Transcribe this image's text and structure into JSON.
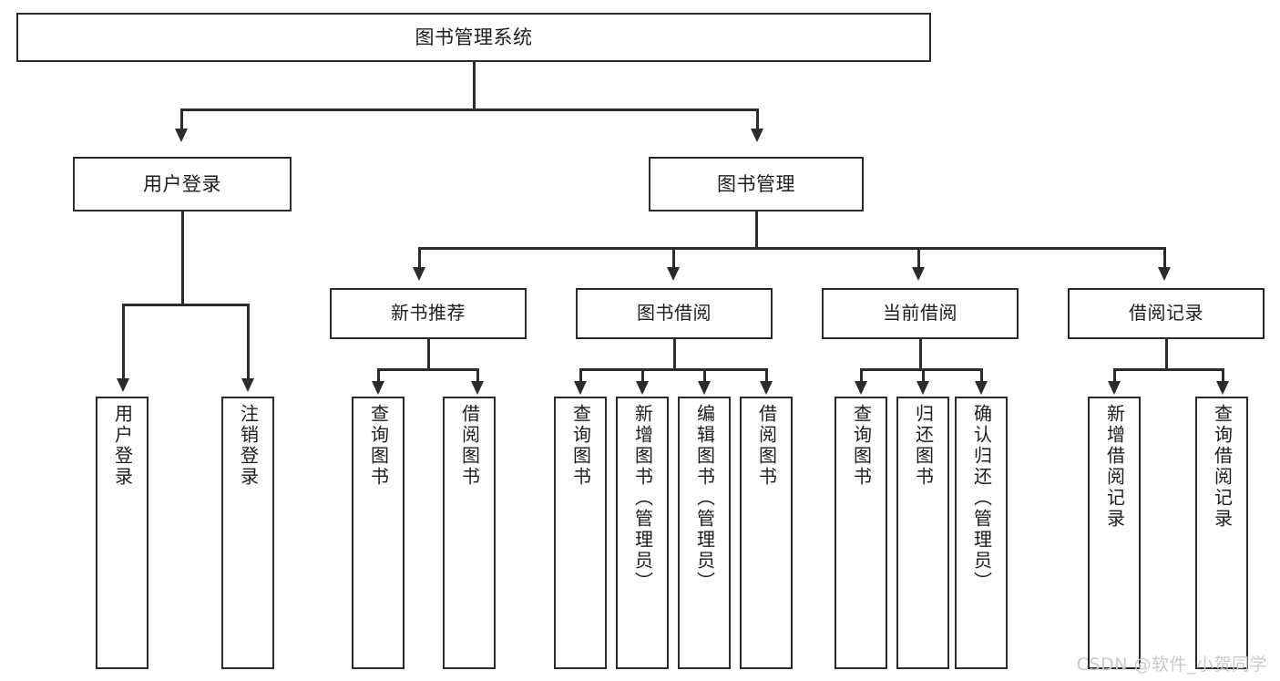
{
  "diagram": {
    "title": "图书管理系统",
    "type": "hierarchy-tree",
    "root": {
      "id": "root",
      "label": "图书管理系统"
    },
    "level2": [
      {
        "id": "user-login",
        "label": "用户登录"
      },
      {
        "id": "book-management",
        "label": "图书管理"
      }
    ],
    "level3": [
      {
        "id": "new-book-recommend",
        "label": "新书推荐",
        "parent": "book-management"
      },
      {
        "id": "book-borrow",
        "label": "图书借阅",
        "parent": "book-management"
      },
      {
        "id": "current-borrow",
        "label": "当前借阅",
        "parent": "book-management"
      },
      {
        "id": "borrow-record",
        "label": "借阅记录",
        "parent": "book-management"
      }
    ],
    "leaves": [
      {
        "id": "leaf-user-login",
        "label": "用户登录",
        "parent": "user-login"
      },
      {
        "id": "leaf-user-logout",
        "label": "注销登录",
        "parent": "user-login"
      },
      {
        "id": "leaf-query-book-1",
        "label": "查询图书",
        "parent": "new-book-recommend"
      },
      {
        "id": "leaf-borrow-book-1",
        "label": "借阅图书",
        "parent": "new-book-recommend"
      },
      {
        "id": "leaf-query-book-2",
        "label": "查询图书",
        "parent": "book-borrow"
      },
      {
        "id": "leaf-add-book",
        "label": "新增图书（管理员）",
        "parent": "book-borrow"
      },
      {
        "id": "leaf-edit-book",
        "label": "编辑图书（管理员）",
        "parent": "book-borrow"
      },
      {
        "id": "leaf-borrow-book-2",
        "label": "借阅图书",
        "parent": "book-borrow"
      },
      {
        "id": "leaf-query-book-3",
        "label": "查询图书",
        "parent": "current-borrow"
      },
      {
        "id": "leaf-return-book",
        "label": "归还图书",
        "parent": "current-borrow"
      },
      {
        "id": "leaf-confirm-return",
        "label": "确认归还（管理员）",
        "parent": "current-borrow"
      },
      {
        "id": "leaf-add-record",
        "label": "新增借阅记录",
        "parent": "borrow-record"
      },
      {
        "id": "leaf-query-record",
        "label": "查询借阅记录",
        "parent": "borrow-record"
      }
    ],
    "watermark": "CSDN @软件_小贺同学",
    "colors": {
      "box_border": "#2b2b2b",
      "box_fill": "#ffffff",
      "text": "#1c1c1c",
      "edge": "#2b2b2b",
      "watermark": "#c9c9c9",
      "background": "#ffffff"
    }
  }
}
